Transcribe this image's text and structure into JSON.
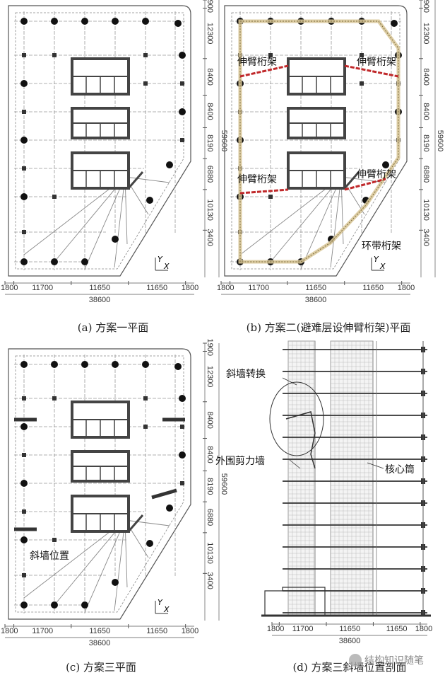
{
  "panels": [
    {
      "caption": "(a) 方案一平面"
    },
    {
      "caption": "(b) 方案二(避难层设伸臂桁架)平面"
    },
    {
      "caption": "(c) 方案三平面"
    },
    {
      "caption": "(d) 方案三斜墙位置剖面"
    }
  ],
  "plan_dims": {
    "vertical": [
      "1900",
      "12300",
      "8400",
      "8400",
      "8190",
      "6880",
      "10130",
      "3400"
    ],
    "total_vertical": "59600",
    "horizontal": [
      "1800",
      "11700",
      "11650",
      "11650",
      "1800"
    ],
    "total_horizontal": "38600"
  },
  "section_dims": {
    "horizontal": [
      "1800",
      "11700",
      "11650",
      "11650",
      "1800"
    ],
    "total_horizontal": "38600"
  },
  "axes": {
    "y": "Y",
    "x": "X"
  },
  "labels": {
    "outrigger": "伸臂桁架",
    "belt_truss": "环带桁架",
    "slanted_wall_position": "斜墙位置",
    "slanted_wall_transfer": "斜墙转换",
    "perimeter_shear_wall": "外围剪力墙",
    "core_tube": "核心筒"
  },
  "watermark": "结构知识随笔",
  "colors": {
    "outrigger": "#c0282a",
    "belt_truss": "#d9c89a",
    "steel": "#333333"
  }
}
